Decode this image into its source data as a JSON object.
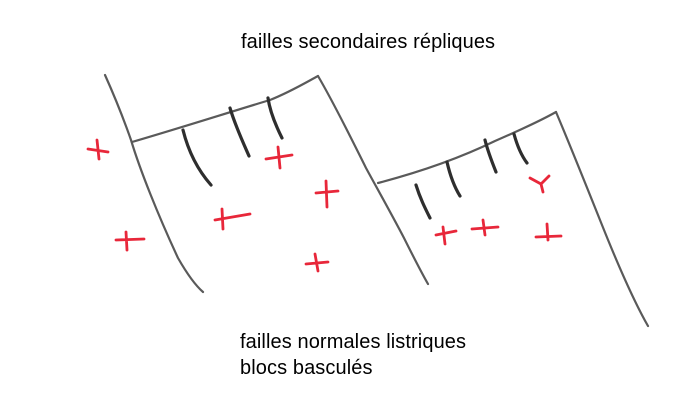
{
  "labels": {
    "secondary_faults": "failles secondaires  répliques",
    "listric_faults": "failles normales listriques",
    "tilted_blocks": "blocs basculés"
  },
  "colors": {
    "background": "#ffffff",
    "fault_lines": "#5a5a5a",
    "secondary_faults": "#2e2e2e",
    "aftershock_marks": "#e8273a",
    "text": "#000000"
  }
}
